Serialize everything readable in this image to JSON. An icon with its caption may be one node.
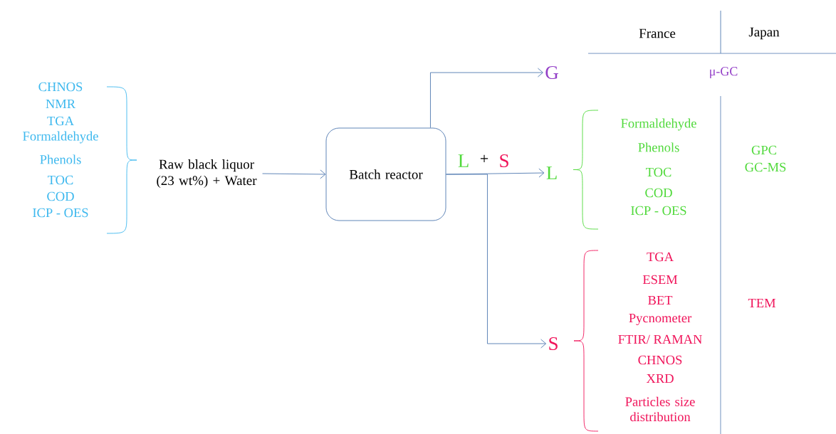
{
  "diagram": {
    "nodes": [
      {
        "text": [
          "Raw black liquor (23 wt%) + Water"
        ]
      },
      {
        "text": [
          "Batch reactor"
        ]
      },
      {
        "text": [
          "G"
        ]
      },
      {
        "text": [
          "L"
        ]
      },
      {
        "text": [
          "S"
        ]
      }
    ],
    "edges": [
      {
        "from": 0,
        "to": 1,
        "arrow": "to"
      },
      {
        "from": 1,
        "to": 2,
        "arrow": "to"
      },
      {
        "from": 1,
        "to": 3,
        "arrow": "to"
      },
      {
        "from": 1,
        "to": 4,
        "arrow": "to"
      }
    ],
    "labels": [
      "France",
      "Japan",
      "μ-GC",
      "CHNOS",
      "NMR",
      "TGA",
      "Formaldehyde",
      "Phenols",
      "TOC",
      "COD",
      "ICP - OES",
      "L",
      "+",
      "S",
      "Formaldehyde",
      "Phenols",
      "TOC",
      "COD",
      "ICP - OES",
      "GPC",
      "GC-MS",
      "TGA",
      "ESEM",
      "BET",
      "Pycnometer",
      "FTIR/ RAMAN",
      "CHNOS",
      "XRD",
      "Particles size distribution",
      "TEM"
    ]
  }
}
